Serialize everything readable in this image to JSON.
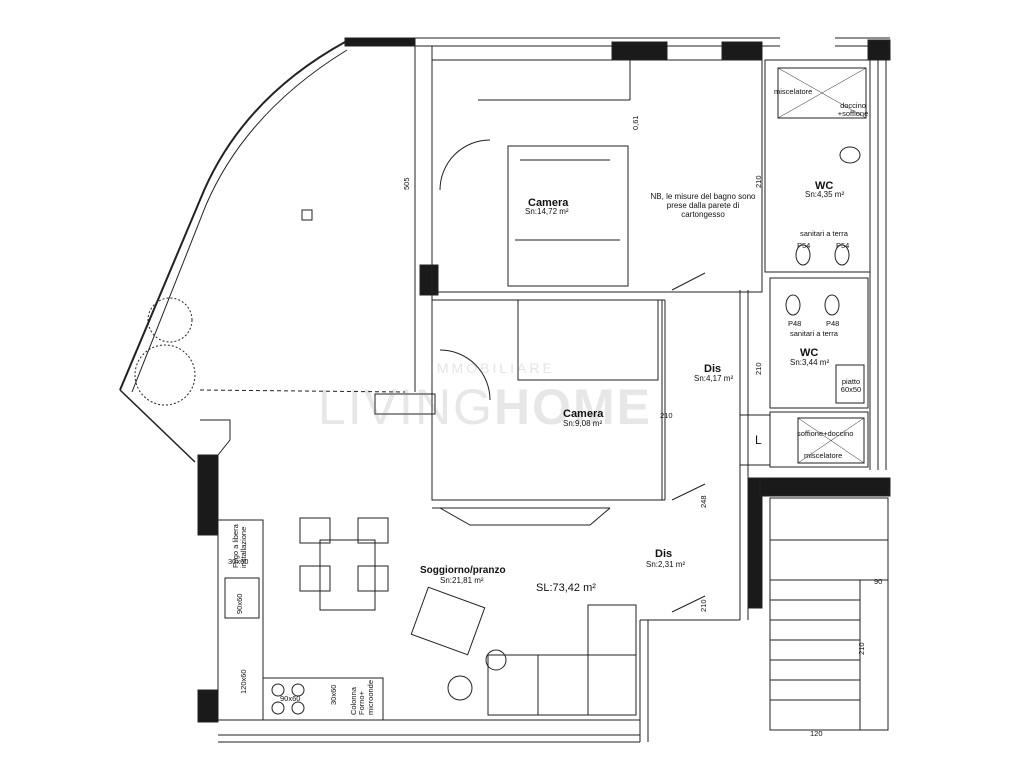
{
  "rooms": {
    "camera1": {
      "name": "Camera",
      "area": "Sn:14,72 m²"
    },
    "camera2": {
      "name": "Camera",
      "area": "Sn:9,08 m²"
    },
    "wc1": {
      "name": "WC",
      "area": "Sn:4,35 m²"
    },
    "wc2": {
      "name": "WC",
      "area": "Sn:3,44 m²"
    },
    "dis1": {
      "name": "Dis",
      "area": "Sn:4,17 m²"
    },
    "dis2": {
      "name": "Dis",
      "area": "Sn:2,31 m²"
    },
    "soggiorno": {
      "name": "Soggiorno/pranzo",
      "area": "Sn:21,81 m²"
    }
  },
  "total": "SL:73,42 m²",
  "note": "NB, le misure del bagno sono prese dalla parete di cartongesso",
  "fixtures": {
    "miscelatore_top": "miscelatore",
    "doccino": "doccino +soffione",
    "sanitari1": "sanitari a terra",
    "p54a": "P54",
    "p54b": "P54",
    "p48a": "P48",
    "p48b": "P48",
    "sanitari2": "sanitari a terra",
    "piatto": "piatto 60x50",
    "soffione2": "soffione+doccino",
    "miscelatore_bot": "miscelatore",
    "lift": "L",
    "frigo": "Frigo a libera installazione",
    "k30x60a": "30x60",
    "k90x60a": "90x60",
    "k120x60": "120x60",
    "k90x60b": "90x60",
    "k30x60b": "30x60",
    "colonna": "Colonna Forno+ microonde"
  },
  "dims": {
    "d505": "505",
    "d061": "0,61",
    "d210a": "210",
    "d210b": "210",
    "d210c": "210",
    "d210d": "210",
    "d120": "120",
    "d90": "90",
    "d248": "248",
    "d210e": "210"
  },
  "watermark": {
    "brand_thin": "LIVING",
    "brand_bold": "HOME",
    "sub": "IMMOBILIARE"
  }
}
